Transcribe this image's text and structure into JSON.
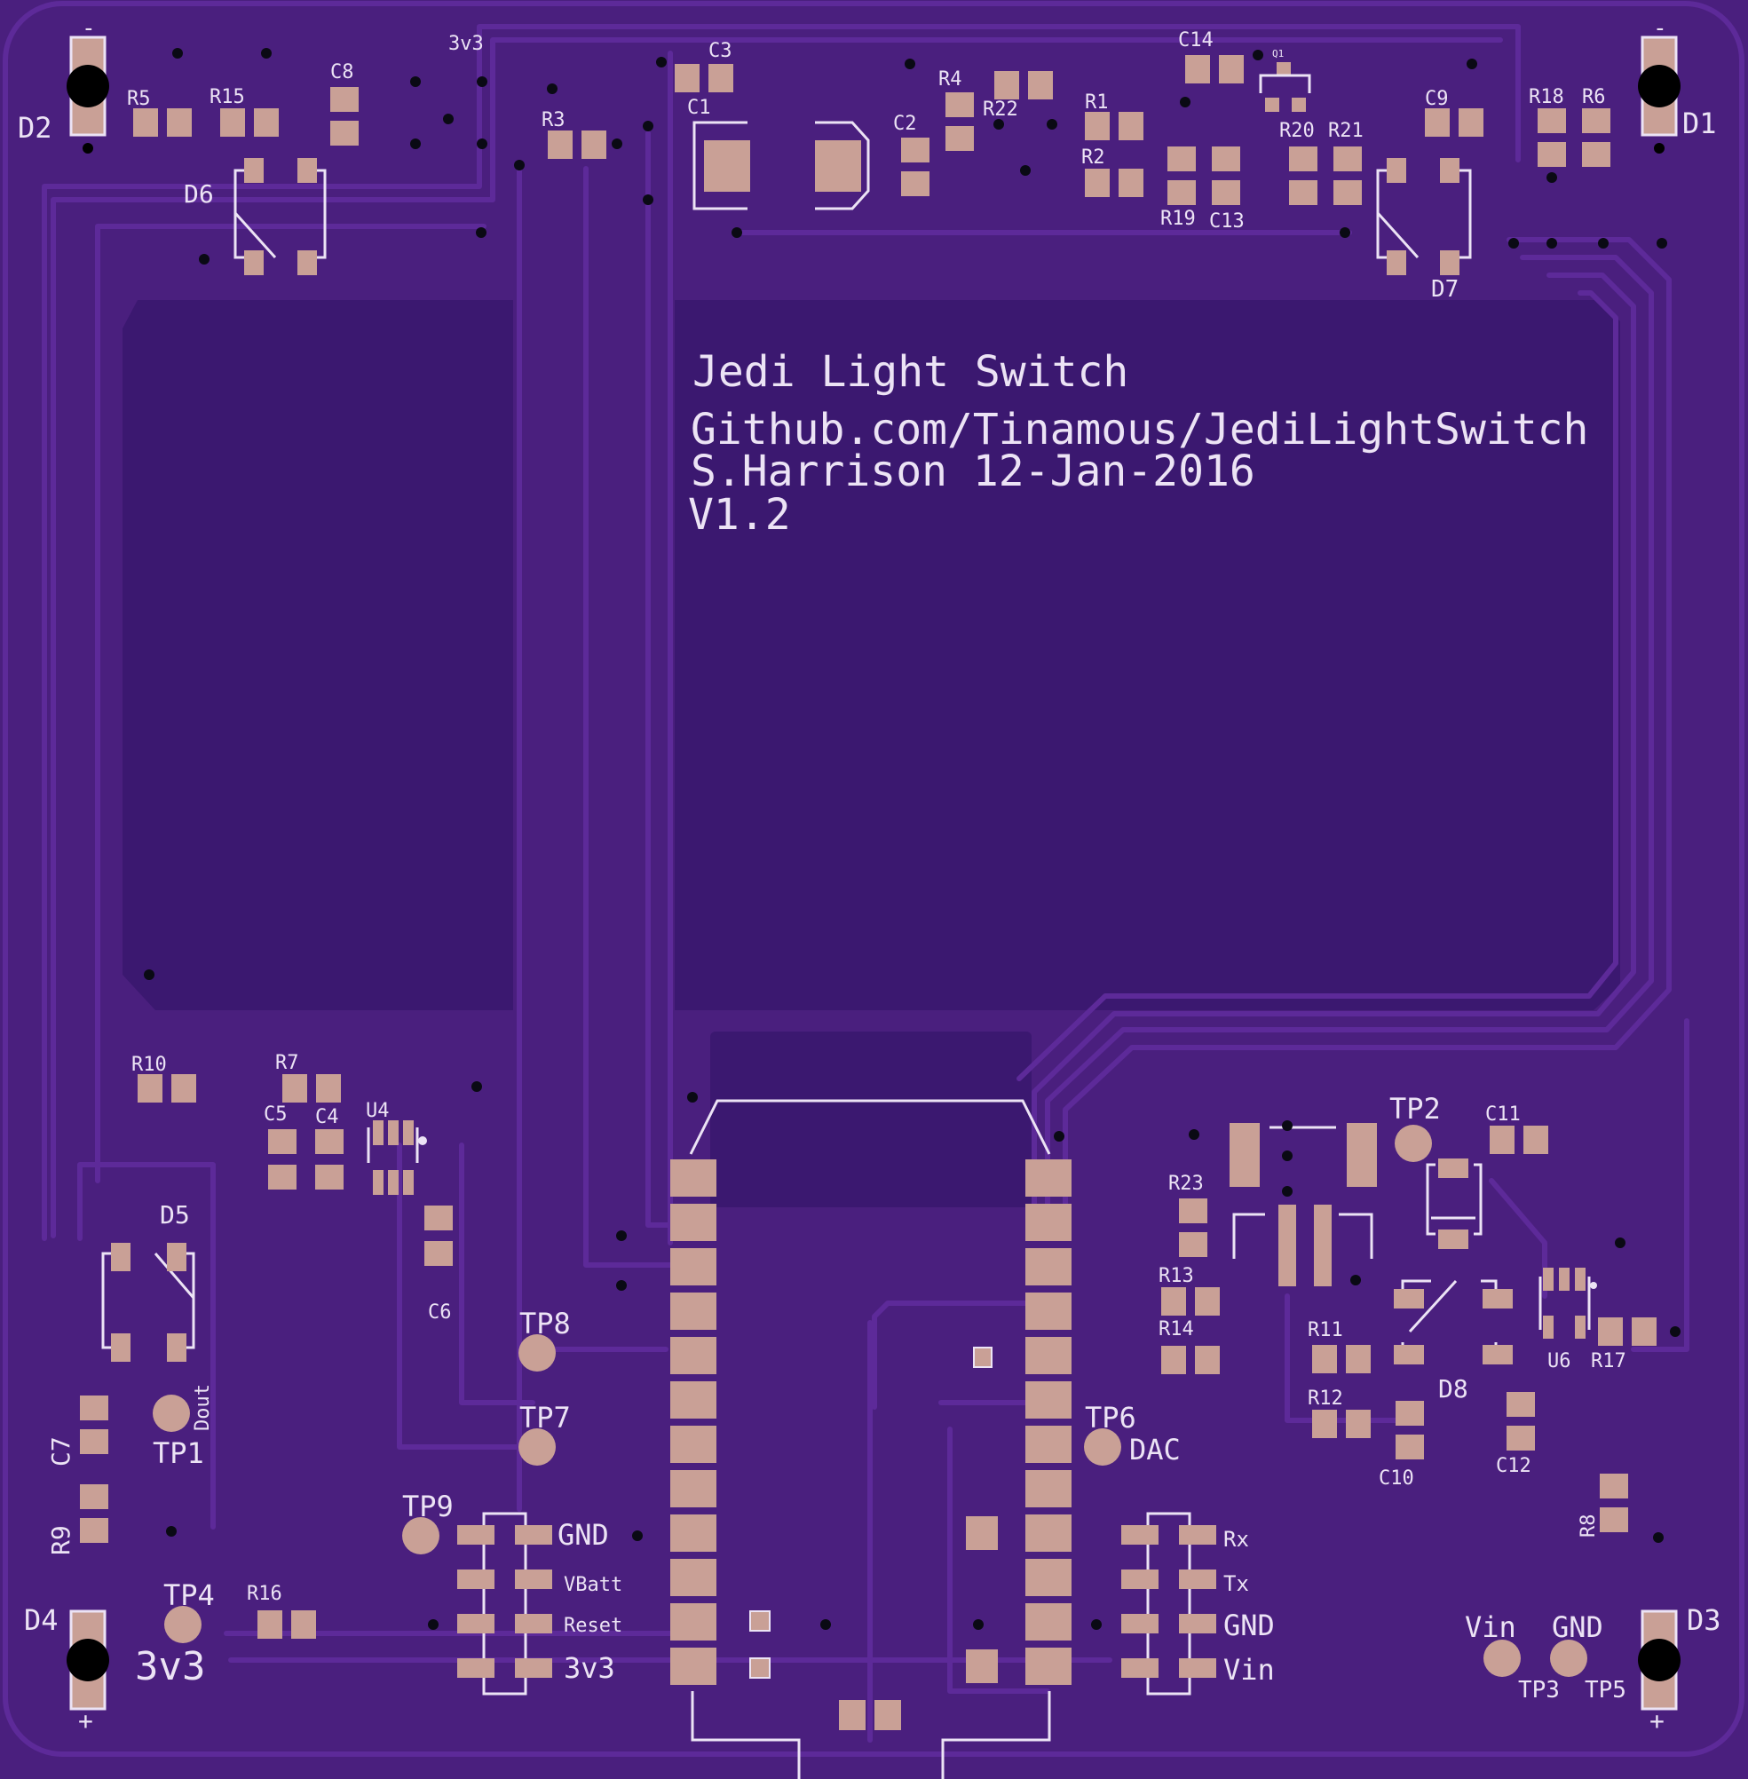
{
  "colors": {
    "board": "#4a1f7e",
    "copper_pour": "#3b1870",
    "pad": "#c9a096",
    "silkscreen": "#ece3f5",
    "via": "#0a0a14"
  },
  "title_block": {
    "line1": "Jedi Light Switch",
    "line2": "Github.com/Tinamous/JediLightSwitch",
    "line3": "S.Harrison 12-Jan-2016",
    "line4": "V1.2"
  },
  "designators": {
    "D1": "D1",
    "D2": "D2",
    "D3": "D3",
    "D4": "D4",
    "D5": "D5",
    "D6": "D6",
    "D7": "D7",
    "D8": "D8",
    "C1": "C1",
    "C2": "C2",
    "C3": "C3",
    "C4": "C4",
    "C5": "C5",
    "C6": "C6",
    "C7": "C7",
    "C8": "C8",
    "C9": "C9",
    "C10": "C10",
    "C11": "C11",
    "C12": "C12",
    "C13": "C13",
    "C14": "C14",
    "R1": "R1",
    "R2": "R2",
    "R3": "R3",
    "R4": "R4",
    "R5": "R5",
    "R6": "R6",
    "R7": "R7",
    "R8": "R8",
    "R9": "R9",
    "R10": "R10",
    "R11": "R11",
    "R12": "R12",
    "R13": "R13",
    "R14": "R14",
    "R15": "R15",
    "R16": "R16",
    "R17": "R17",
    "R18": "R18",
    "R19": "R19",
    "R20": "R20",
    "R21": "R21",
    "R22": "R22",
    "R23": "R23",
    "U4": "U4",
    "U6": "U6",
    "Q1": "Q1",
    "TP1": "TP1",
    "TP2": "TP2",
    "TP3": "TP3",
    "TP4": "TP4",
    "TP5": "TP5",
    "TP6": "TP6",
    "TP7": "TP7",
    "TP8": "TP8",
    "TP9": "TP9"
  },
  "net_labels": {
    "top_3v3": "3v3",
    "tp4_3v3": "3v3",
    "dout": "Dout",
    "dac": "DAC",
    "vin": "Vin",
    "gnd": "GND",
    "plus": "+",
    "minus": "-"
  },
  "header_left": [
    "GND",
    "VBatt",
    "Reset",
    "3v3"
  ],
  "header_right": [
    "Rx",
    "Tx",
    "GND",
    "Vin"
  ]
}
